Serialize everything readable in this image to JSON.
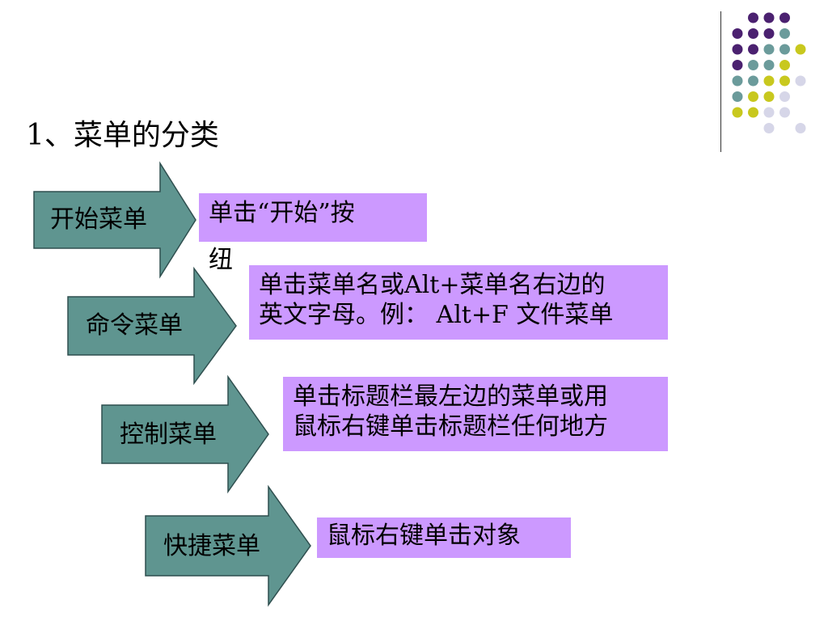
{
  "slide": {
    "title": "1、菜单的分类"
  },
  "items": [
    {
      "name": "开始菜单",
      "desc_line1": "单击“开始”按",
      "desc_line2": "纽"
    },
    {
      "name": "命令菜单",
      "desc_line1": "单击菜单名或Alt+菜单名右边的",
      "desc_line2": "英文字母。例： Alt+F 文件菜单"
    },
    {
      "name": "控制菜单",
      "desc_line1": "单击标题栏最左边的菜单或用",
      "desc_line2": "鼠标右键单击标题栏任何地方"
    },
    {
      "name": "快捷菜单",
      "desc_line1": "鼠标右键单击对象"
    }
  ],
  "colors": {
    "arrow_fill": "#5f9590",
    "arrow_stroke": "#2f4f4f",
    "desc_bg": "#cc99ff",
    "dot_purple": "#4b2170",
    "dot_teal": "#6b9b9b",
    "dot_yellow": "#c8c81e",
    "dot_lavender": "#d6d6e8"
  }
}
